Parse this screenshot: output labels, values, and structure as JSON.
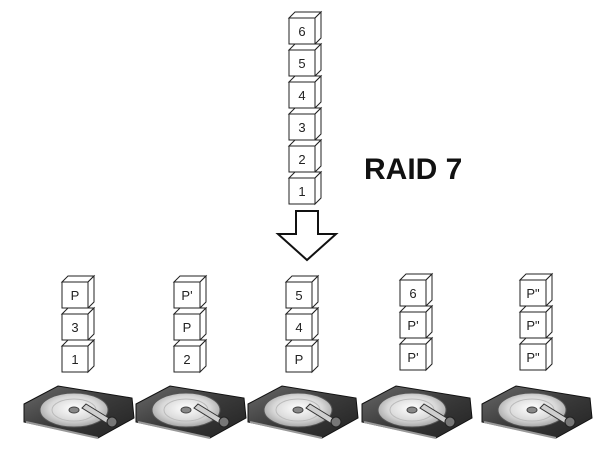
{
  "title": "RAID 7",
  "input_stack": [
    "6",
    "5",
    "4",
    "3",
    "2",
    "1"
  ],
  "disks": [
    {
      "blocks": [
        "P",
        "3",
        "1"
      ]
    },
    {
      "blocks": [
        "P'",
        "P",
        "2"
      ]
    },
    {
      "blocks": [
        "5",
        "4",
        "P"
      ]
    },
    {
      "blocks": [
        "6",
        "P'",
        "P'"
      ]
    },
    {
      "blocks": [
        "P\"",
        "P\"",
        "P\""
      ]
    }
  ],
  "icons": {
    "drive": "hard-drive-icon",
    "arrow": "down-arrow-icon"
  }
}
